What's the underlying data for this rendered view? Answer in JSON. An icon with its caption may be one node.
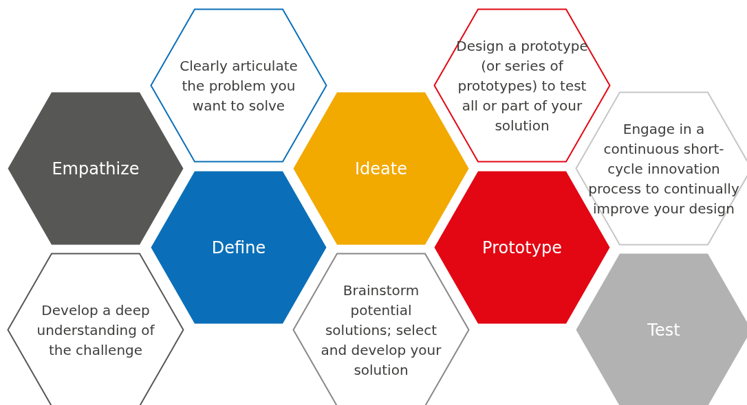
{
  "diagram": {
    "nodes": [
      {
        "text": [
          "Empathize"
        ]
      },
      {
        "text": [
          "Develop a deep understanding of the challenge"
        ]
      },
      {
        "text": [
          "Clearly articulate the problem you want to solve"
        ]
      },
      {
        "text": [
          "Define"
        ]
      },
      {
        "text": [
          "Ideate"
        ]
      },
      {
        "text": [
          "Brainstorm potential solutions; select and develop your solution"
        ]
      },
      {
        "text": [
          "Design a prototype (or series of prototypes) to test all or part of your solution"
        ]
      },
      {
        "text": [
          "Prototype"
        ]
      },
      {
        "text": [
          "Engage in a continuous short-cycle innovation process to continually improve your design"
        ]
      },
      {
        "text": [
          "Test"
        ]
      }
    ]
  }
}
